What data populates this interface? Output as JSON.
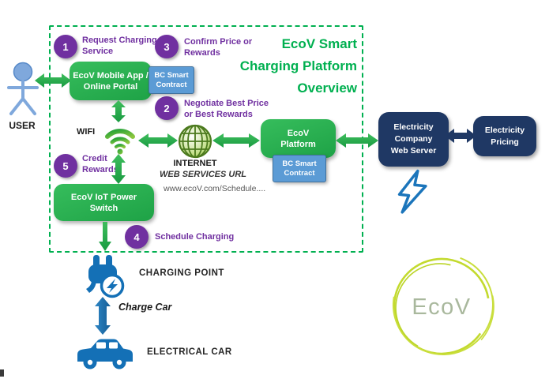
{
  "title": {
    "line1": "EcoV Smart",
    "line2": "Charging Platform",
    "line3": "Overview"
  },
  "steps": [
    {
      "num": "1",
      "label": "Request Charging Service"
    },
    {
      "num": "2",
      "label": "Negotiate Best Price or Best Rewards"
    },
    {
      "num": "3",
      "label": "Confirm Price or Rewards"
    },
    {
      "num": "4",
      "label": "Schedule Charging"
    },
    {
      "num": "5",
      "label": "Credit Rewards"
    }
  ],
  "nodes": {
    "user": "USER",
    "mobile_app": "EcoV Mobile App / Online Portal",
    "bc_contract_app": "BC Smart Contract",
    "platform": "EcoV Platform",
    "bc_contract_platform": "BC Smart Contract",
    "iot_switch": "EcoV IoT Power Switch",
    "web_server": "Electricity Company Web Server",
    "pricing": "Electricity Pricing"
  },
  "labels": {
    "wifi": "WIFI",
    "internet": "INTERNET",
    "web_services": "WEB SERVICES URL",
    "url": "www.ecoV.com/Schedule....",
    "charging_point": "CHARGING POINT",
    "charge_car": "Charge Car",
    "electrical_car": "ELECTRICAL CAR"
  },
  "logo": {
    "text": "EcoV"
  },
  "colors": {
    "accent_green": "#00B050",
    "box_green": "#2AB34F",
    "contract_blue": "#5B9BD5",
    "navy": "#1F3864",
    "purple": "#7030A0",
    "icon_blue": "#1572B6",
    "logo_lime": "#C3DA2E"
  }
}
